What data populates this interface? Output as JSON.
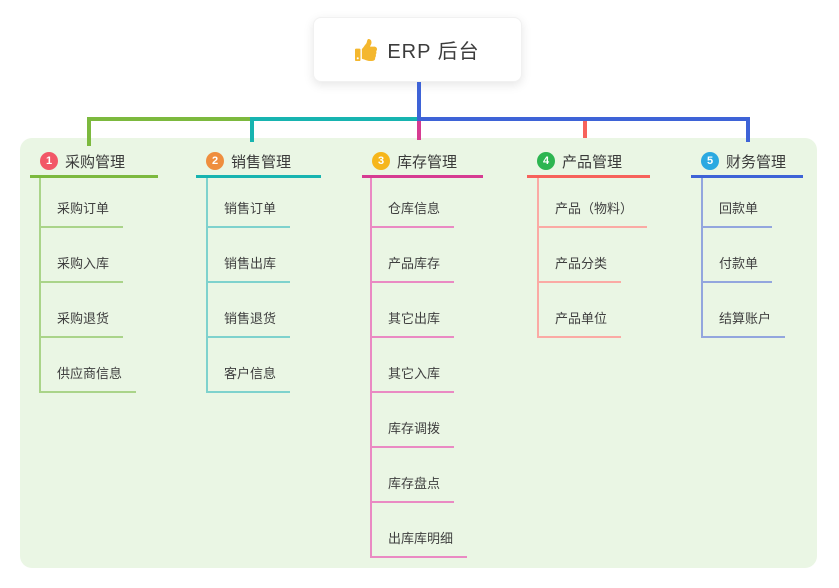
{
  "root": {
    "icon": "thumbs-up-icon",
    "title": "ERP 后台"
  },
  "branches": [
    {
      "num": "1",
      "label": "采购管理",
      "badge_color": "#f25767",
      "line_color": "#7cb93e",
      "light_color": "#aad489",
      "children": [
        "采购订单",
        "采购入库",
        "采购退货",
        "供应商信息"
      ]
    },
    {
      "num": "2",
      "label": "销售管理",
      "badge_color": "#ef8e3e",
      "line_color": "#17b4b0",
      "light_color": "#7ed2cd",
      "children": [
        "销售订单",
        "销售出库",
        "销售退货",
        "客户信息"
      ]
    },
    {
      "num": "3",
      "label": "库存管理",
      "badge_color": "#f6b61b",
      "line_color": "#d63c92",
      "light_color": "#ea8ac3",
      "children": [
        "仓库信息",
        "产品库存",
        "其它出库",
        "其它入库",
        "库存调拨",
        "库存盘点",
        "出库库明细"
      ]
    },
    {
      "num": "4",
      "label": "产品管理",
      "badge_color": "#2db551",
      "line_color": "#f7625b",
      "light_color": "#fbaaa4",
      "children": [
        "产品（物料）",
        "产品分类",
        "产品单位"
      ]
    },
    {
      "num": "5",
      "label": "财务管理",
      "badge_color": "#2ba9e1",
      "line_color": "#3e63d7",
      "light_color": "#93a6de",
      "children": [
        "回款单",
        "付款单",
        "结算账户"
      ]
    }
  ],
  "colors": {
    "canvas_bg": "#ffffff",
    "group_panel_bg": "#eaf6e4",
    "root_connector": "#3e63d7",
    "text": "#3a3a3a"
  }
}
